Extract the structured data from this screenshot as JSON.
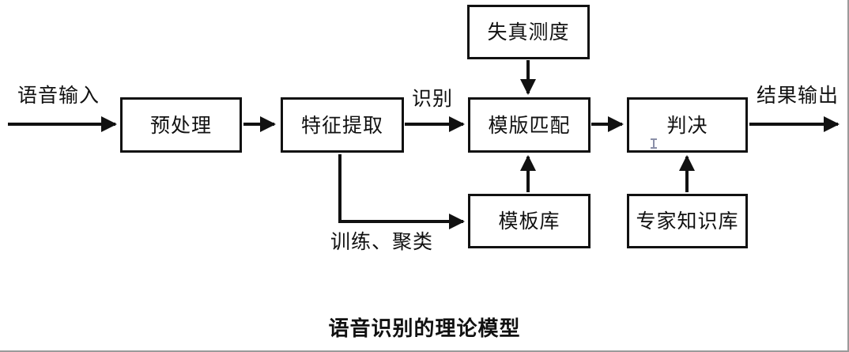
{
  "figure": {
    "caption": "语音识别的理论模型",
    "background_color": "#ffffff",
    "line_color": "#111111",
    "frame_border_color": "#9a9a9a"
  },
  "nodes": {
    "preprocess": {
      "label": "预处理"
    },
    "feature_extraction": {
      "label": "特征提取"
    },
    "template_matching": {
      "label": "模版匹配"
    },
    "decision": {
      "label": "判决"
    },
    "distortion_measure": {
      "label": "失真测度"
    },
    "template_library": {
      "label": "模板库"
    },
    "expert_knowledge_base": {
      "label": "专家知识库"
    }
  },
  "edge_labels": {
    "speech_input": "语音输入",
    "recognition": "识别",
    "training_clustering": "训练、聚类",
    "result_output": "结果输出"
  }
}
